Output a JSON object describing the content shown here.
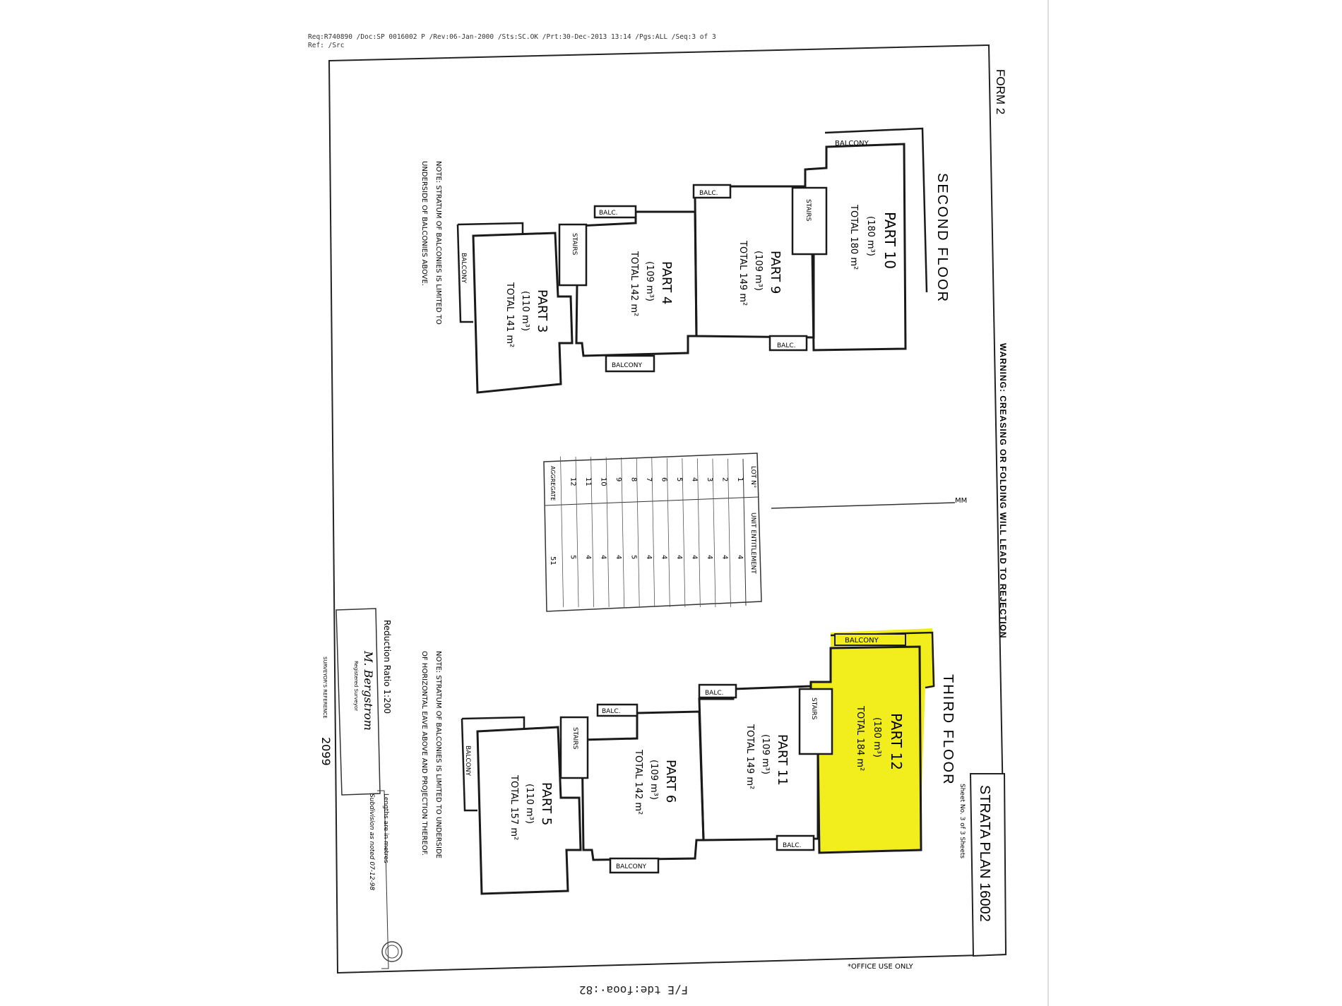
{
  "header": {
    "line1": "Req:R740890 /Doc:SP 0016002 P /Rev:06-Jan-2000 /Sts:SC.OK  /Prt:30-Dec-2013 13:14 /Pgs:ALL /Seq:3 of 3",
    "line2": "Ref: /Src"
  },
  "form_label": "FORM 2",
  "warning": "WARNING: CREASING OR FOLDING WILL LEAD TO REJECTION",
  "office_use": "*OFFICE USE ONLY",
  "bottom_code": "F/E tde:fooa·:82",
  "plan_title": "STRATA PLAN 16002",
  "sheet_text": "Sheet No. 3 of 3 Sheets",
  "second_floor": {
    "title": "SECOND FLOOR",
    "note_line1": "NOTE: STRATUM OF BALCONIES IS LIMITED TO",
    "note_line2": "UNDERSIDE OF BALCONIES ABOVE.",
    "parts": [
      {
        "name": "PART 10",
        "area": "(180 m³)",
        "total": "TOTAL 180 m²"
      },
      {
        "name": "PART 9",
        "area": "(109 m³)",
        "total": "TOTAL 149 m²"
      },
      {
        "name": "PART 4",
        "area": "(109 m³)",
        "total": "TOTAL 142 m²"
      },
      {
        "name": "PART 3",
        "area": "(110 m³)",
        "total": "TOTAL 141 m²"
      }
    ]
  },
  "third_floor": {
    "title": "THIRD FLOOR",
    "note_line1": "NOTE: STRATUM OF BALCONIES IS LIMITED TO UNDERSIDE",
    "note_line2": "OF HORIZONTAL EAVE ABOVE AND PROJECTION THEREOF.",
    "parts": [
      {
        "name": "PART 12",
        "area": "(180 m³)",
        "total": "TOTAL 184 m²"
      },
      {
        "name": "PART 11",
        "area": "(109 m³)",
        "total": "TOTAL 149 m²"
      },
      {
        "name": "PART 6",
        "area": "(109 m³)",
        "total": "TOTAL 142 m²"
      },
      {
        "name": "PART 5",
        "area": "(110 m³)",
        "total": "TOTAL 157 m²"
      }
    ]
  },
  "labels": {
    "balcony": "BALCONY",
    "balc": "BALC.",
    "stairs": "STAIRS"
  },
  "table": {
    "col1": "LOT N°",
    "col2": "UNIT ENTITLEMENT",
    "rows": [
      [
        "1",
        "4"
      ],
      [
        "2",
        "4"
      ],
      [
        "3",
        "4"
      ],
      [
        "4",
        "4"
      ],
      [
        "5",
        "4"
      ],
      [
        "6",
        "4"
      ],
      [
        "7",
        "4"
      ],
      [
        "8",
        "5"
      ],
      [
        "9",
        "4"
      ],
      [
        "10",
        "4"
      ],
      [
        "11",
        "4"
      ],
      [
        "12",
        "5"
      ]
    ],
    "aggregate_label": "AGGREGATE",
    "aggregate_value": "51"
  },
  "initials": "MM",
  "reduction_ratio": "Reduction Ratio 1:200",
  "lengths_note": "Lengths are in metres",
  "subdivision_note": "Subdivision as noted 07-12-98",
  "surveyor": {
    "signature": "M. Bergstrom",
    "title": "Registered Surveyor",
    "ref_label": "SURVEYOR'S REFERENCE",
    "ref_value": "2099"
  },
  "colors": {
    "highlight": "#f2ee1d",
    "ink": "#1a1a1a",
    "paper": "#ffffff"
  }
}
